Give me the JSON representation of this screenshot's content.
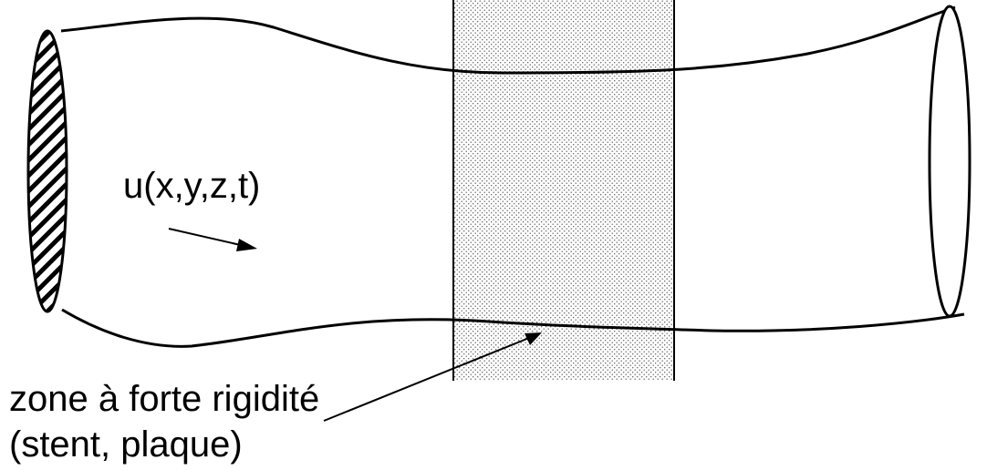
{
  "diagram": {
    "velocity_label": "u(x,y,z,t)",
    "zone_label_line1": "zone à forte rigidité",
    "zone_label_line2": "(stent, plaque)"
  },
  "colors": {
    "stroke": "#000000",
    "background": "#ffffff",
    "dot_pattern": "#000000"
  },
  "icons": {
    "inlet_section": "hatched-ellipse",
    "outlet_section": "ellipse"
  }
}
